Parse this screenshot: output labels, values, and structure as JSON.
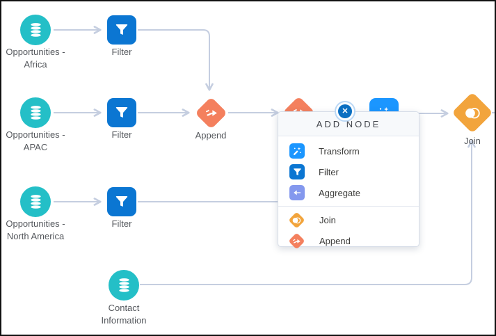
{
  "app": {
    "name": "Data Prep Recipe Canvas"
  },
  "colors": {
    "dataset_teal": "#24BFC7",
    "filter_blue": "#0B76D2",
    "transform_blue": "#1B96FF",
    "aggregate_periwinkle": "#8498EE",
    "join_yellow": "#F2A43C",
    "append_orange": "#F4805E",
    "connector_gray": "#C5CEE0",
    "close_button_blue": "#0B6FC1"
  },
  "nodes": {
    "opportunities_africa": {
      "label": "Opportunities -\nAfrica",
      "type": "dataset"
    },
    "filter_africa": {
      "label": "Filter",
      "type": "filter"
    },
    "opportunities_apac": {
      "label": "Opportunities -\nAPAC",
      "type": "dataset"
    },
    "filter_apac": {
      "label": "Filter",
      "type": "filter"
    },
    "append": {
      "label": "Append",
      "type": "append"
    },
    "opportunities_north_america": {
      "label": "Opportunities -\nNorth America",
      "type": "dataset"
    },
    "filter_north_america": {
      "label": "Filter",
      "type": "filter"
    },
    "contact_information": {
      "label": "Contact\nInformation",
      "type": "dataset"
    },
    "join": {
      "label": "Join",
      "type": "join"
    }
  },
  "popup": {
    "title": "ADD NODE",
    "close_glyph": "✕",
    "items": [
      {
        "label": "Transform",
        "icon": "transform-icon"
      },
      {
        "label": "Filter",
        "icon": "filter-icon"
      },
      {
        "label": "Aggregate",
        "icon": "aggregate-icon"
      },
      {
        "label": "Join",
        "icon": "join-icon"
      },
      {
        "label": "Append",
        "icon": "append-icon"
      }
    ]
  }
}
